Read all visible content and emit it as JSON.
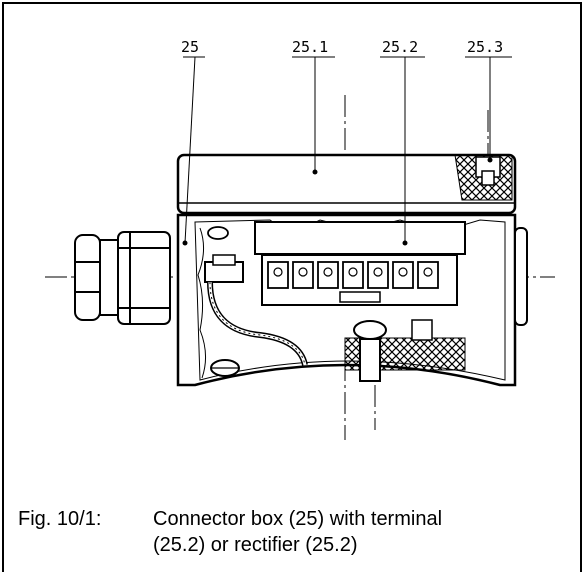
{
  "callouts": {
    "c25": "25",
    "c25_1": "25.1",
    "c25_2": "25.2",
    "c25_3": "25.3"
  },
  "caption": {
    "label": "Fig. 10/1:",
    "line1": "Connector box (25) with terminal",
    "line2": "(25.2) or rectifier (25.2)"
  }
}
